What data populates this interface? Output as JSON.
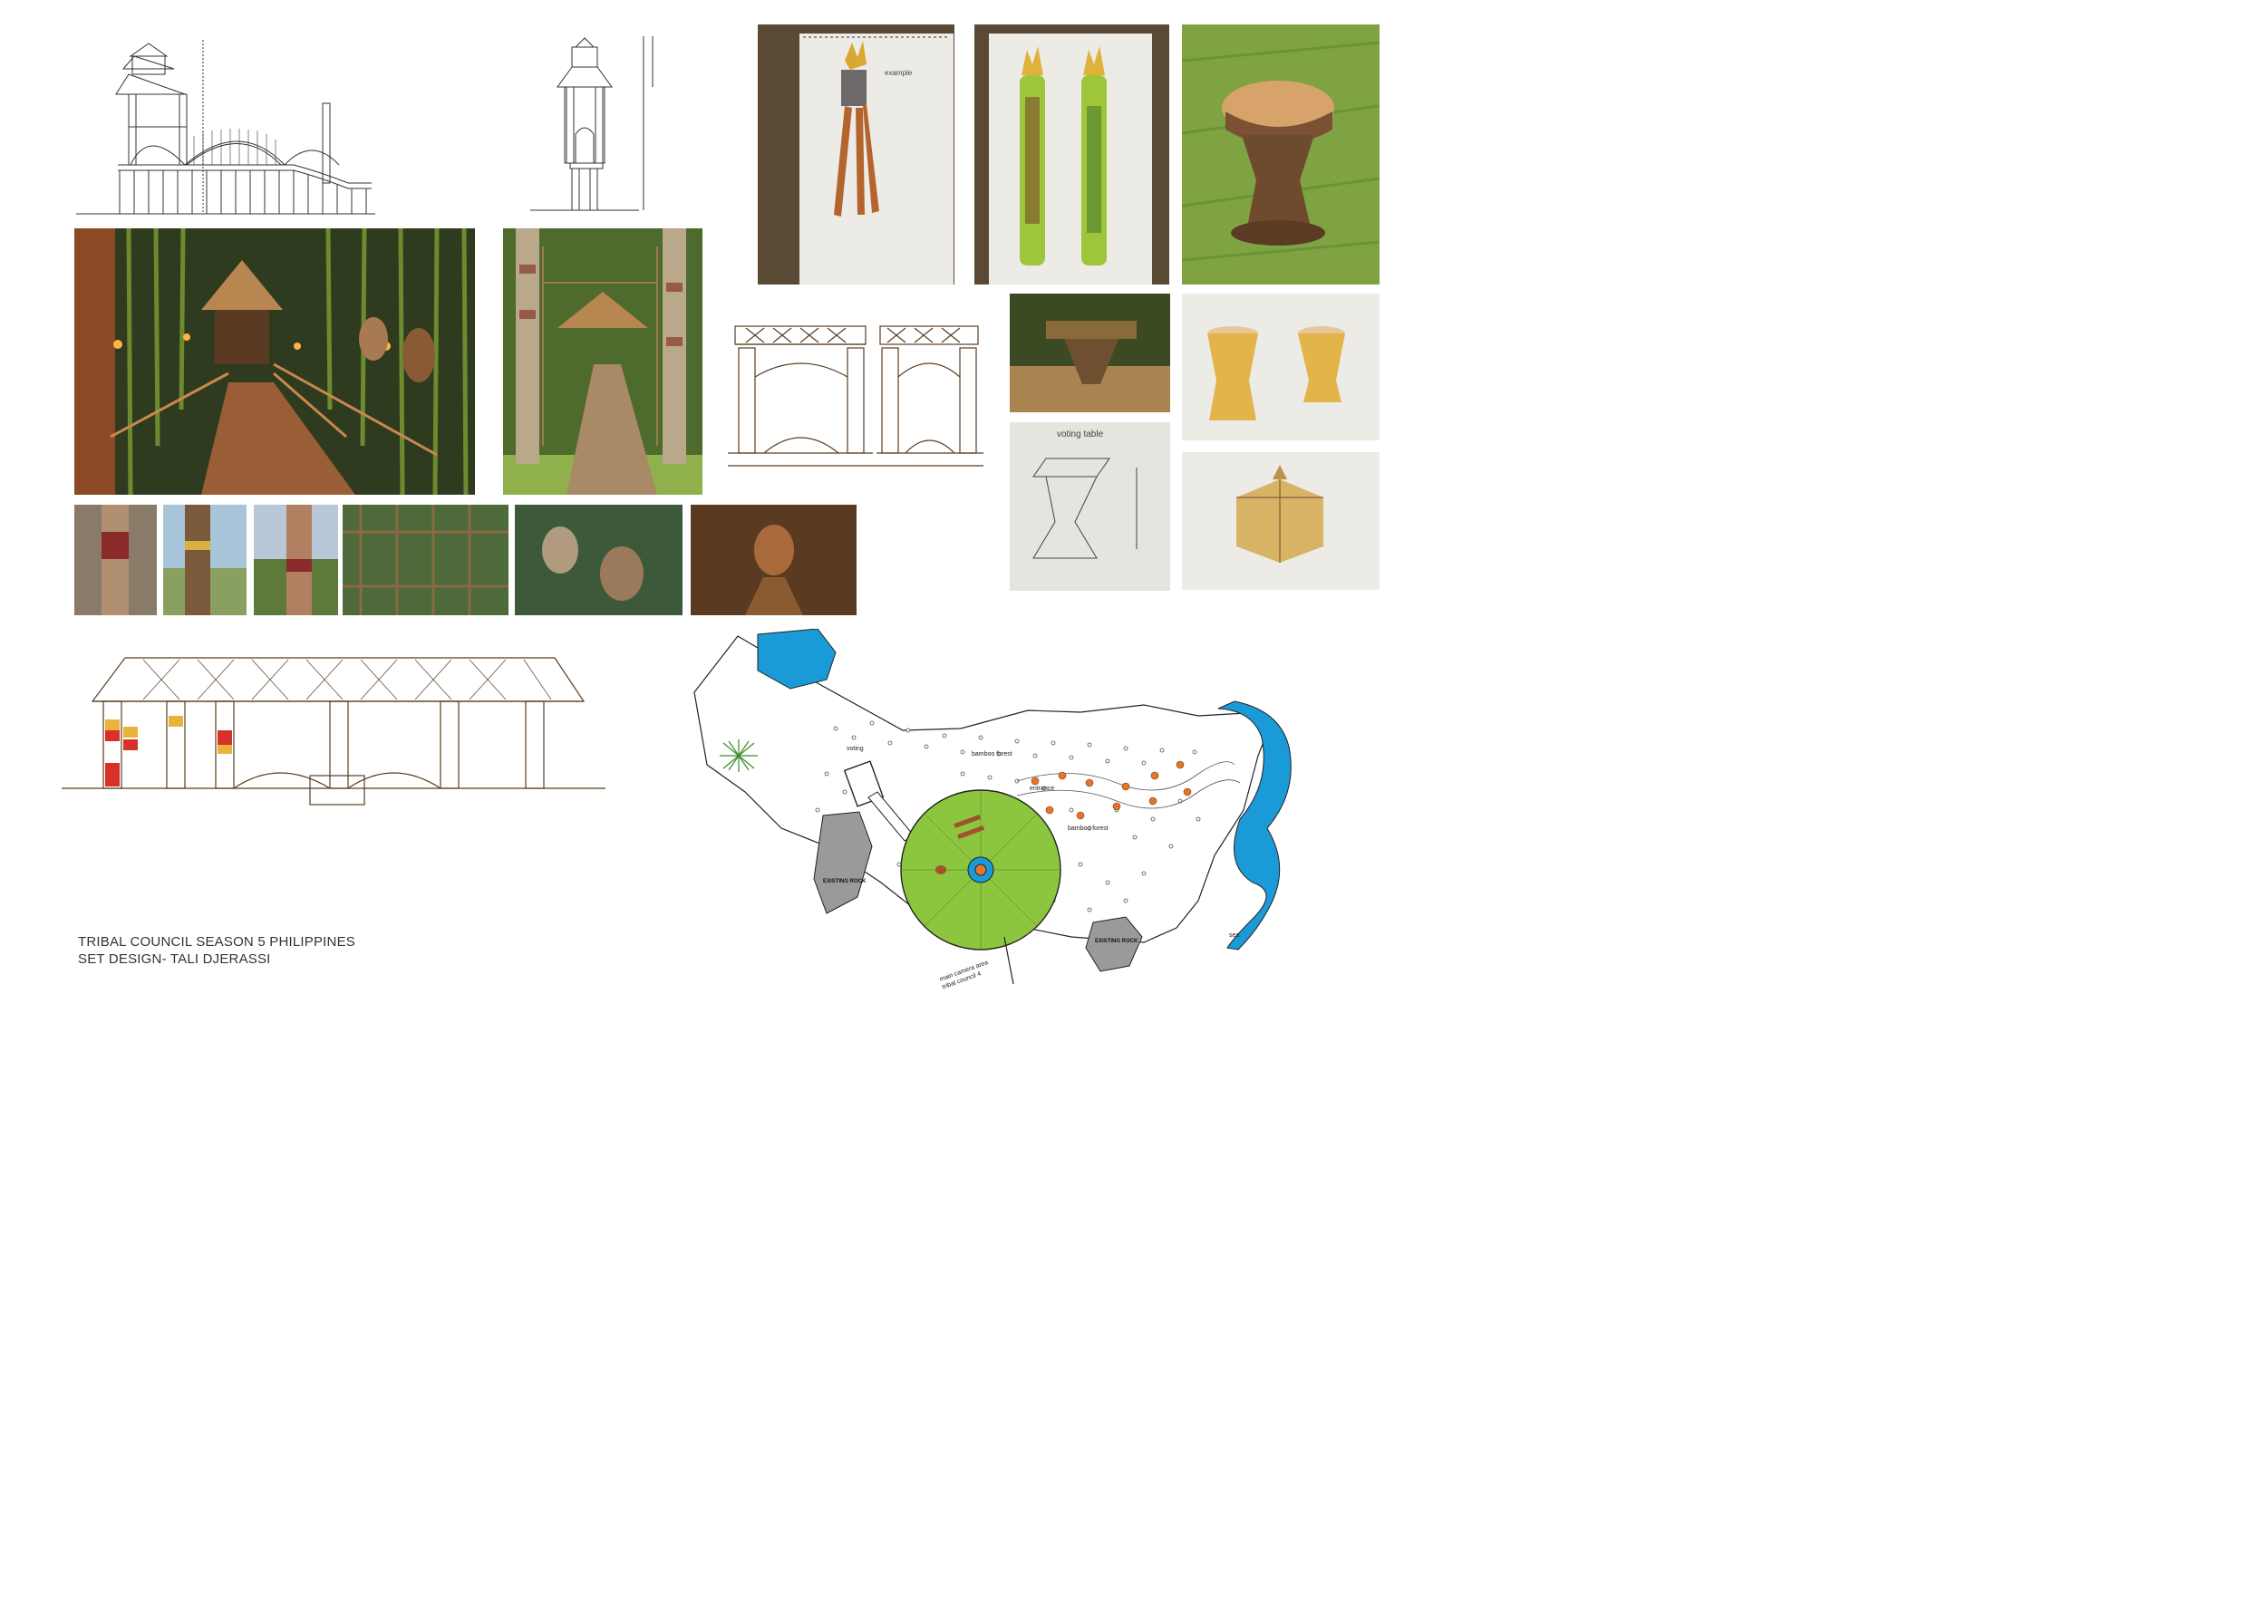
{
  "caption": {
    "line1": "TRIBAL COUNCIL SEASON 5 PHILIPPINES",
    "line2": "SET DESIGN- TALI DJERASSI"
  },
  "plan_labels": {
    "voting": "voting",
    "bamboo_forest_top": "bamboo forest",
    "entrance": "entrance",
    "bamboo_forest_right": "bamboo forest",
    "existing_rock_left": "EXISTING ROCK",
    "existing_rock_right": "EXISTING ROCK",
    "camera_area_1": "main camera area",
    "camera_area_2": "tribal council 4",
    "sea": "sea"
  },
  "sketch_labels": {
    "voting_table": "voting table"
  },
  "colors": {
    "bamboo_green": "#6b8f2a",
    "water_blue": "#1a9ad6",
    "platform_green": "#8cc63f",
    "torch_orange": "#e8732a",
    "rock_grey": "#9a9a9a",
    "line_brown": "#5a3e22"
  }
}
